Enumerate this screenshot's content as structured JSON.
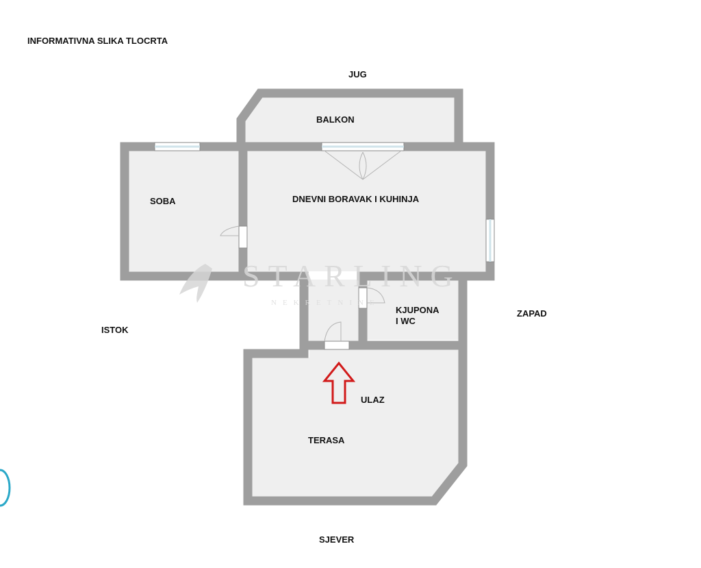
{
  "title": "INFORMATIVNA SLIKA TLOCRTA",
  "compass": {
    "south": "JUG",
    "north": "SJEVER",
    "east": "ISTOK",
    "west": "ZAPAD"
  },
  "rooms": {
    "balcony": "BALKON",
    "bedroom": "SOBA",
    "living_kitchen": "DNEVNI BORAVAK I KUHINJA",
    "bathroom": "KJUPONA\nI WC",
    "entrance": "ULAZ",
    "terrace": "TERASA"
  },
  "watermark": {
    "brand": "STARLING",
    "sub": "NEKRETNINE"
  },
  "colors": {
    "wall": "#9e9e9e",
    "wall_edge": "#7a7a7a",
    "floor": "#efefef",
    "window": "#cfe3ea",
    "arrow": "#d11a1a"
  },
  "icons": {
    "entrance_marker": "entrance-arrow-icon",
    "edge_mark": "circle-edge-icon"
  }
}
